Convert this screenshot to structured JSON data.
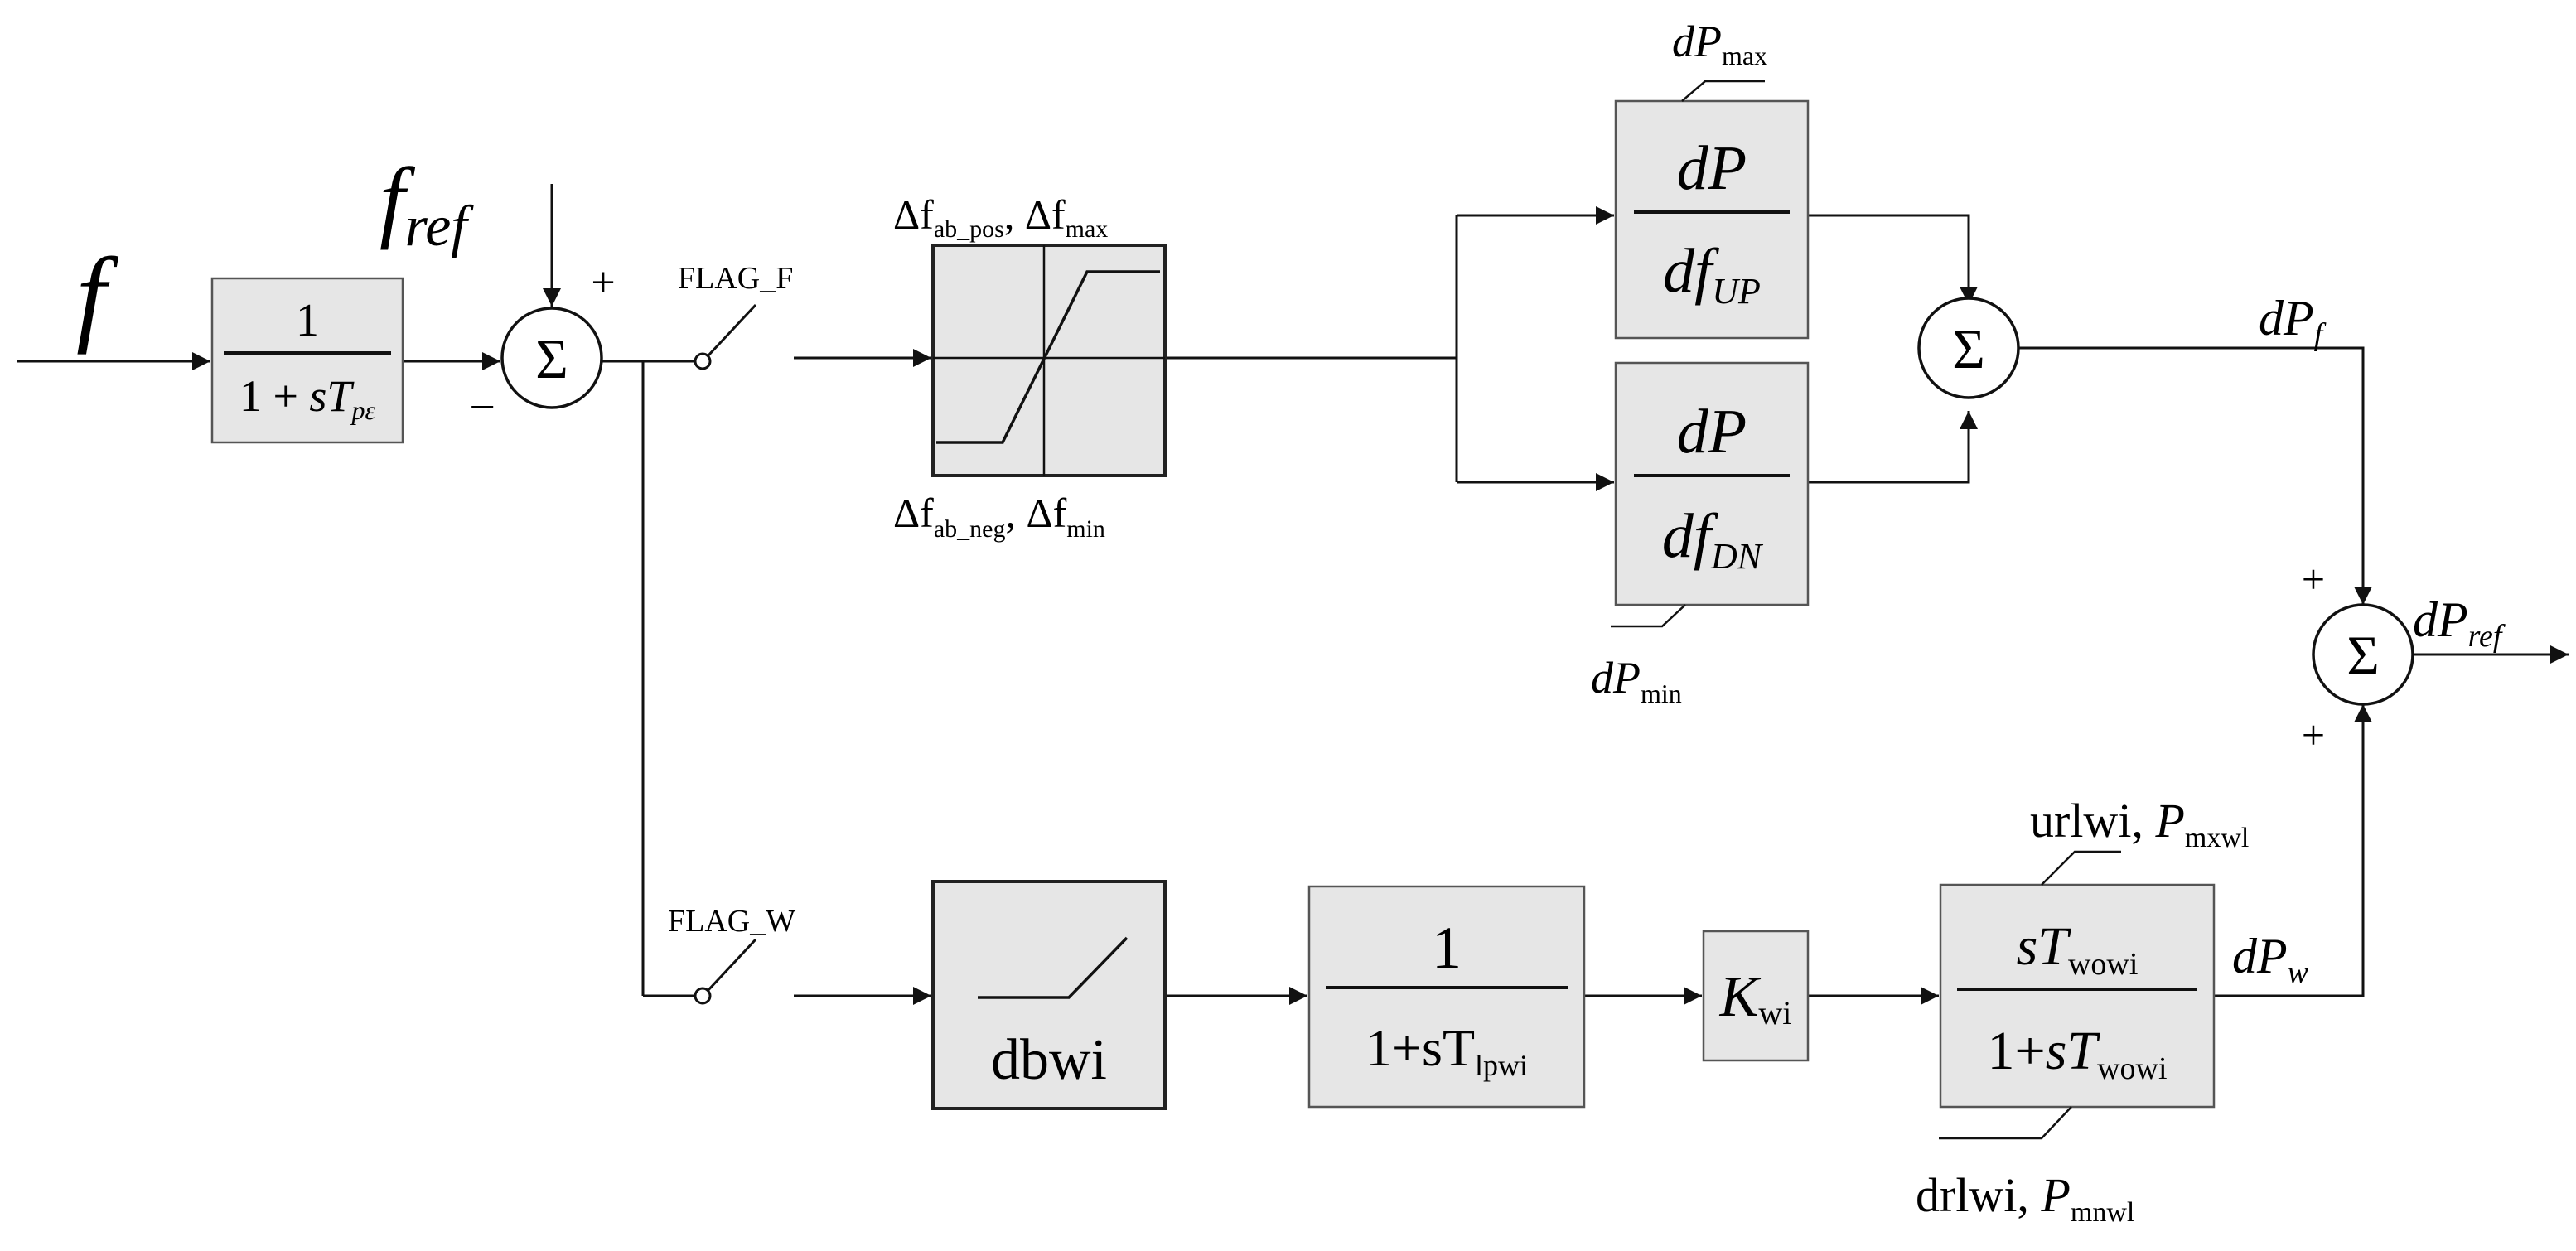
{
  "signals": {
    "f_main": "f",
    "f_ref_main": "f",
    "f_ref_sub": "ref",
    "dP_f_main": "dP",
    "dP_f_sub": "f",
    "dP_ref_main": "dP",
    "dP_ref_sub": "ref",
    "dP_w_main": "dP",
    "dP_w_sub": "w"
  },
  "blocks": {
    "lowpass_num": "1",
    "lowpass_den_pre": "1 + ",
    "lowpass_den_s": "sT",
    "lowpass_den_sub": "pε",
    "deadband_top_main": "Δf",
    "deadband_top_sub": "ab_pos",
    "deadband_top_sep": ", ",
    "deadband_top_main2": "Δf",
    "deadband_top_sub2": "max",
    "deadband_bottom_main": "Δf",
    "deadband_bottom_sub": "ab_neg",
    "deadband_bottom_sep": ", ",
    "deadband_bottom_main2": "Δf",
    "deadband_bottom_sub2": "min",
    "droop_up_num": "dP",
    "droop_up_den": "df",
    "droop_up_den_sub": "UP",
    "droop_up_limit_main": "dP",
    "droop_up_limit_sub": "max",
    "droop_dn_num": "dP",
    "droop_dn_den": "df",
    "droop_dn_den_sub": "DN",
    "droop_dn_limit_main": "dP",
    "droop_dn_limit_sub": "min",
    "dbwi_label": "dbwi",
    "lpwi_num": "1",
    "lpwi_den_main": "1+sT",
    "lpwi_den_sub": "lpwi",
    "gain_main": "K",
    "gain_sub": "wi",
    "washout_num_s": "sT",
    "washout_num_sub": "wowi",
    "washout_den_pre": "1+",
    "washout_den_s": "sT",
    "washout_den_sub": "wowi",
    "washout_upper_prefix": "urlwi, ",
    "washout_upper_main": "P",
    "washout_upper_sub": "mxwl",
    "washout_lower_prefix": "drlwi, ",
    "washout_lower_main": "P",
    "washout_lower_sub": "mnwl"
  },
  "switches": {
    "flag_f": "FLAG_F",
    "flag_w": "FLAG_W"
  },
  "summing": {
    "symbol": "Σ",
    "sum1_plus": "+",
    "sum1_minus": "−",
    "sum3_plus_top": "+",
    "sum3_plus_bottom": "+"
  }
}
